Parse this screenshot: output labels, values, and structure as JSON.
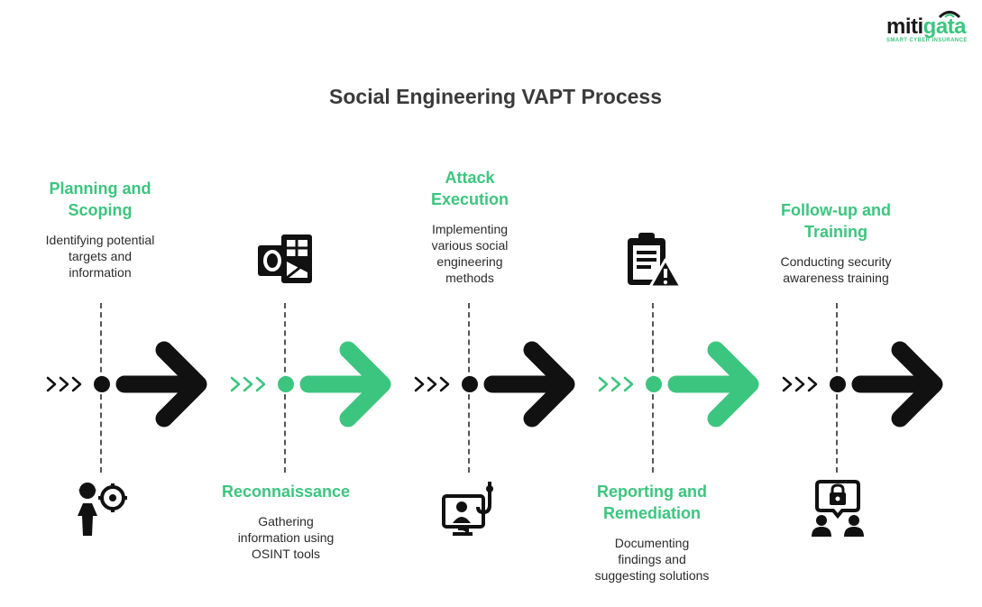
{
  "logo": {
    "word_dark": "miti",
    "word_green": "gata",
    "tagline": "SMART CYBER INSURANCE"
  },
  "title": "Social Engineering VAPT Process",
  "colors": {
    "green": "#3cc57f",
    "black": "#111111"
  },
  "steps": [
    {
      "title_line1": "Planning and",
      "title_line2": "Scoping",
      "desc_lines": [
        "Identifying potential",
        "targets and",
        "information"
      ],
      "icon": "person-target-icon",
      "color": "black"
    },
    {
      "title_line1": "Reconnaissance",
      "title_line2": "",
      "desc_lines": [
        "Gathering",
        "information using",
        "OSINT tools"
      ],
      "icon": "outlook-icon",
      "color": "green"
    },
    {
      "title_line1": "Attack",
      "title_line2": "Execution",
      "desc_lines": [
        "Implementing",
        "various social",
        "engineering",
        "methods"
      ],
      "icon": "monitor-hook-icon",
      "color": "black"
    },
    {
      "title_line1": "Reporting and",
      "title_line2": "Remediation",
      "desc_lines": [
        "Documenting",
        "findings and",
        "suggesting solutions"
      ],
      "icon": "report-warning-icon",
      "color": "green"
    },
    {
      "title_line1": "Follow-up and",
      "title_line2": "Training",
      "desc_lines": [
        "Conducting security",
        "awareness training"
      ],
      "icon": "people-lock-icon",
      "color": "black"
    }
  ]
}
